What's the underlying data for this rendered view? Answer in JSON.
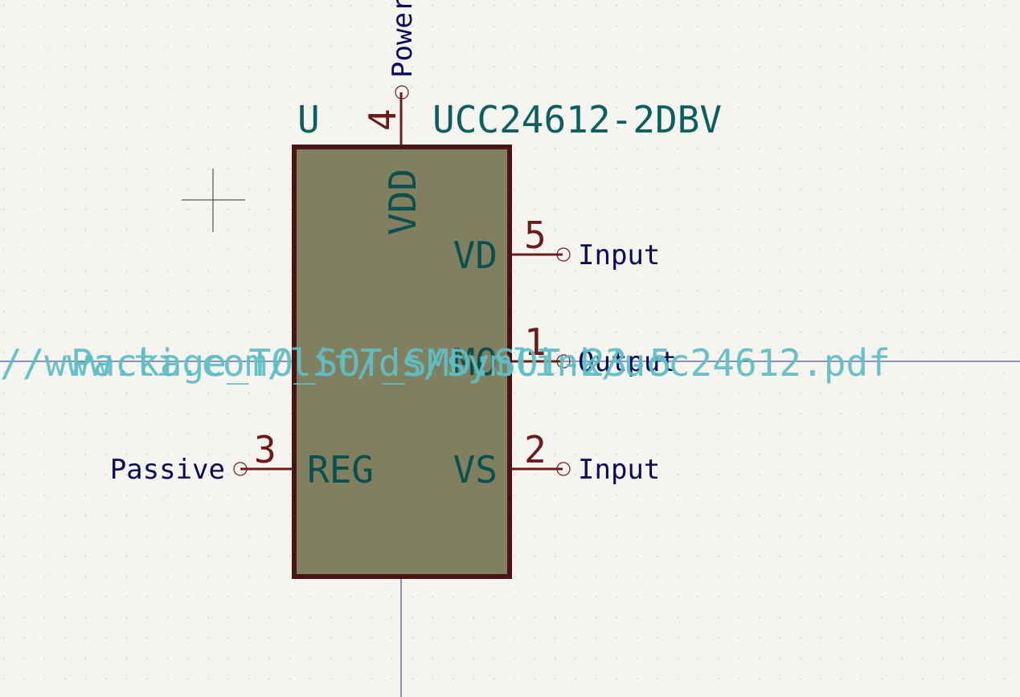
{
  "component": {
    "reference": "U",
    "value": "UCC24612-2DBV",
    "footprint": "Package_TO_SOT_SMD:SOT-23-5",
    "datasheet": "//www.ti.com/lit/ds/symlink/ucc24612.pdf"
  },
  "pins": [
    {
      "id": "vdd",
      "number": "4",
      "name": "VDD",
      "type": "Power",
      "side": "top"
    },
    {
      "id": "vd",
      "number": "5",
      "name": "VD",
      "type": "Input",
      "side": "right"
    },
    {
      "id": "mo",
      "number": "1",
      "name": "MO",
      "type": "Output",
      "side": "right"
    },
    {
      "id": "vs",
      "number": "2",
      "name": "VS",
      "type": "Input",
      "side": "right"
    },
    {
      "id": "reg",
      "number": "3",
      "name": "REG",
      "type": "Passive",
      "side": "left"
    }
  ],
  "colors": {
    "background": "#f5f4ef",
    "grid_dot": "#c9c7bf",
    "body_fill": "#808060",
    "body_outline": "#4a1414",
    "pin_line": "#6b1b1b",
    "pin_number": "#6b1b1b",
    "pin_name": "#0b4f4f",
    "pin_type": "#0a0a5a",
    "reference": "#0b5f5f",
    "field_hidden": "#5fbec4",
    "crosshair": "#2a2a8a",
    "cursor": "#303030"
  }
}
